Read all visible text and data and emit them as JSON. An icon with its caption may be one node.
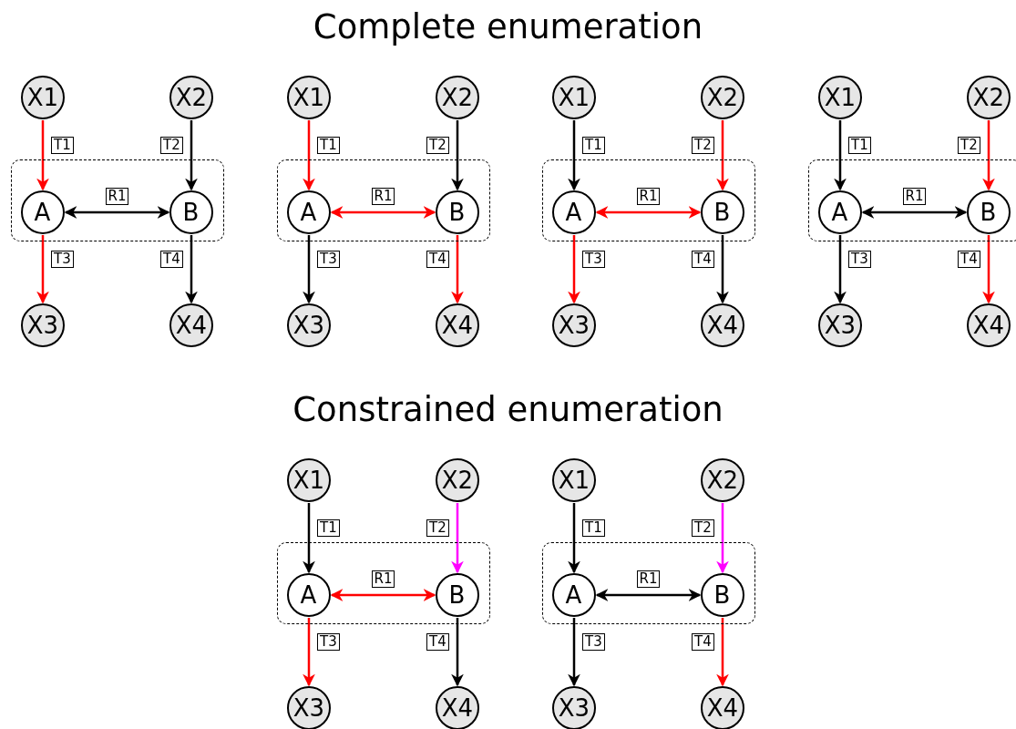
{
  "diagram": {
    "title": "Complete enumeration",
    "nodes": [
      {
        "text": [
          "X1"
        ]
      },
      {
        "text": [
          "X2"
        ]
      },
      {
        "text": [],
        "shape": "box"
      },
      {
        "text": [
          "A"
        ],
        "in": 2
      },
      {
        "text": [
          "B"
        ],
        "in": 2
      },
      {
        "text": [
          "X3"
        ]
      },
      {
        "text": [
          "X4"
        ]
      },
      {
        "text": [
          "X1"
        ]
      },
      {
        "text": [
          "X2"
        ]
      },
      {
        "text": [],
        "shape": "box"
      },
      {
        "text": [
          "A"
        ],
        "in": 9
      },
      {
        "text": [
          "B"
        ],
        "in": 9
      },
      {
        "text": [
          "X3"
        ]
      },
      {
        "text": [
          "X4"
        ]
      },
      {
        "text": [
          "X1"
        ]
      },
      {
        "text": [
          "X2"
        ]
      },
      {
        "text": [],
        "shape": "box"
      },
      {
        "text": [
          "A"
        ],
        "in": 16
      },
      {
        "text": [
          "B"
        ],
        "in": 16
      },
      {
        "text": [
          "X3"
        ]
      },
      {
        "text": [
          "X4"
        ]
      },
      {
        "text": [
          "X1"
        ]
      },
      {
        "text": [
          "X2"
        ]
      },
      {
        "text": [],
        "shape": "box"
      },
      {
        "text": [
          "A"
        ],
        "in": 23
      },
      {
        "text": [
          "B"
        ],
        "in": 23
      },
      {
        "text": [
          "X3"
        ]
      },
      {
        "text": [
          "X4"
        ]
      },
      {
        "text": [
          "X1"
        ]
      },
      {
        "text": [
          "X2"
        ]
      },
      {
        "text": [],
        "shape": "box"
      },
      {
        "text": [
          "A"
        ],
        "in": 30
      },
      {
        "text": [
          "B"
        ],
        "in": 30
      },
      {
        "text": [
          "X3"
        ]
      },
      {
        "text": [
          "X4"
        ]
      },
      {
        "text": [
          "X1"
        ]
      },
      {
        "text": [
          "X2"
        ]
      },
      {
        "text": [],
        "shape": "box"
      },
      {
        "text": [
          "A"
        ],
        "in": 37
      },
      {
        "text": [
          "B"
        ],
        "in": 37
      },
      {
        "text": [
          "X3"
        ]
      },
      {
        "text": [
          "X4"
        ]
      }
    ],
    "edges": [
      {
        "from": 0,
        "to": 3,
        "arrow": "to",
        "label": "T1",
        "color": "#ff0000"
      },
      {
        "from": 1,
        "to": 4,
        "arrow": "to",
        "label": "T2"
      },
      {
        "from": 3,
        "to": 4,
        "arrow": "both",
        "label": "R1"
      },
      {
        "from": 3,
        "to": 5,
        "arrow": "to",
        "label": "T3",
        "color": "#ff0000"
      },
      {
        "from": 4,
        "to": 6,
        "arrow": "to",
        "label": "T4"
      },
      {
        "from": 7,
        "to": 10,
        "arrow": "to",
        "label": "T1",
        "color": "#ff0000"
      },
      {
        "from": 8,
        "to": 11,
        "arrow": "to",
        "label": "T2"
      },
      {
        "from": 10,
        "to": 11,
        "arrow": "both",
        "label": "R1",
        "color": "#ff0000"
      },
      {
        "from": 10,
        "to": 12,
        "arrow": "to",
        "label": "T3"
      },
      {
        "from": 11,
        "to": 13,
        "arrow": "to",
        "label": "T4",
        "color": "#ff0000"
      },
      {
        "from": 14,
        "to": 17,
        "arrow": "to",
        "label": "T1"
      },
      {
        "from": 15,
        "to": 18,
        "arrow": "to",
        "label": "T2",
        "color": "#ff0000"
      },
      {
        "from": 17,
        "to": 18,
        "arrow": "both",
        "label": "R1",
        "color": "#ff0000"
      },
      {
        "from": 17,
        "to": 19,
        "arrow": "to",
        "label": "T3",
        "color": "#ff0000"
      },
      {
        "from": 18,
        "to": 20,
        "arrow": "to",
        "label": "T4"
      },
      {
        "from": 21,
        "to": 24,
        "arrow": "to",
        "label": "T1"
      },
      {
        "from": 22,
        "to": 25,
        "arrow": "to",
        "label": "T2",
        "color": "#ff0000"
      },
      {
        "from": 24,
        "to": 25,
        "arrow": "both",
        "label": "R1"
      },
      {
        "from": 24,
        "to": 26,
        "arrow": "to",
        "label": "T3"
      },
      {
        "from": 25,
        "to": 27,
        "arrow": "to",
        "label": "T4",
        "color": "#ff0000"
      },
      {
        "from": 28,
        "to": 31,
        "arrow": "to",
        "label": "T1"
      },
      {
        "from": 29,
        "to": 32,
        "arrow": "to",
        "label": "T2",
        "color": "#ff00ff"
      },
      {
        "from": 31,
        "to": 32,
        "arrow": "both",
        "label": "R1",
        "color": "#ff0000"
      },
      {
        "from": 31,
        "to": 33,
        "arrow": "to",
        "label": "T3",
        "color": "#ff0000"
      },
      {
        "from": 32,
        "to": 34,
        "arrow": "to",
        "label": "T4"
      },
      {
        "from": 35,
        "to": 38,
        "arrow": "to",
        "label": "T1"
      },
      {
        "from": 36,
        "to": 39,
        "arrow": "to",
        "label": "T2",
        "color": "#ff00ff"
      },
      {
        "from": 38,
        "to": 39,
        "arrow": "both",
        "label": "R1"
      },
      {
        "from": 38,
        "to": 40,
        "arrow": "to",
        "label": "T3"
      },
      {
        "from": 39,
        "to": 41,
        "arrow": "to",
        "label": "T4",
        "color": "#ff0000"
      }
    ],
    "labels": [
      "Constrained enumeration"
    ]
  }
}
